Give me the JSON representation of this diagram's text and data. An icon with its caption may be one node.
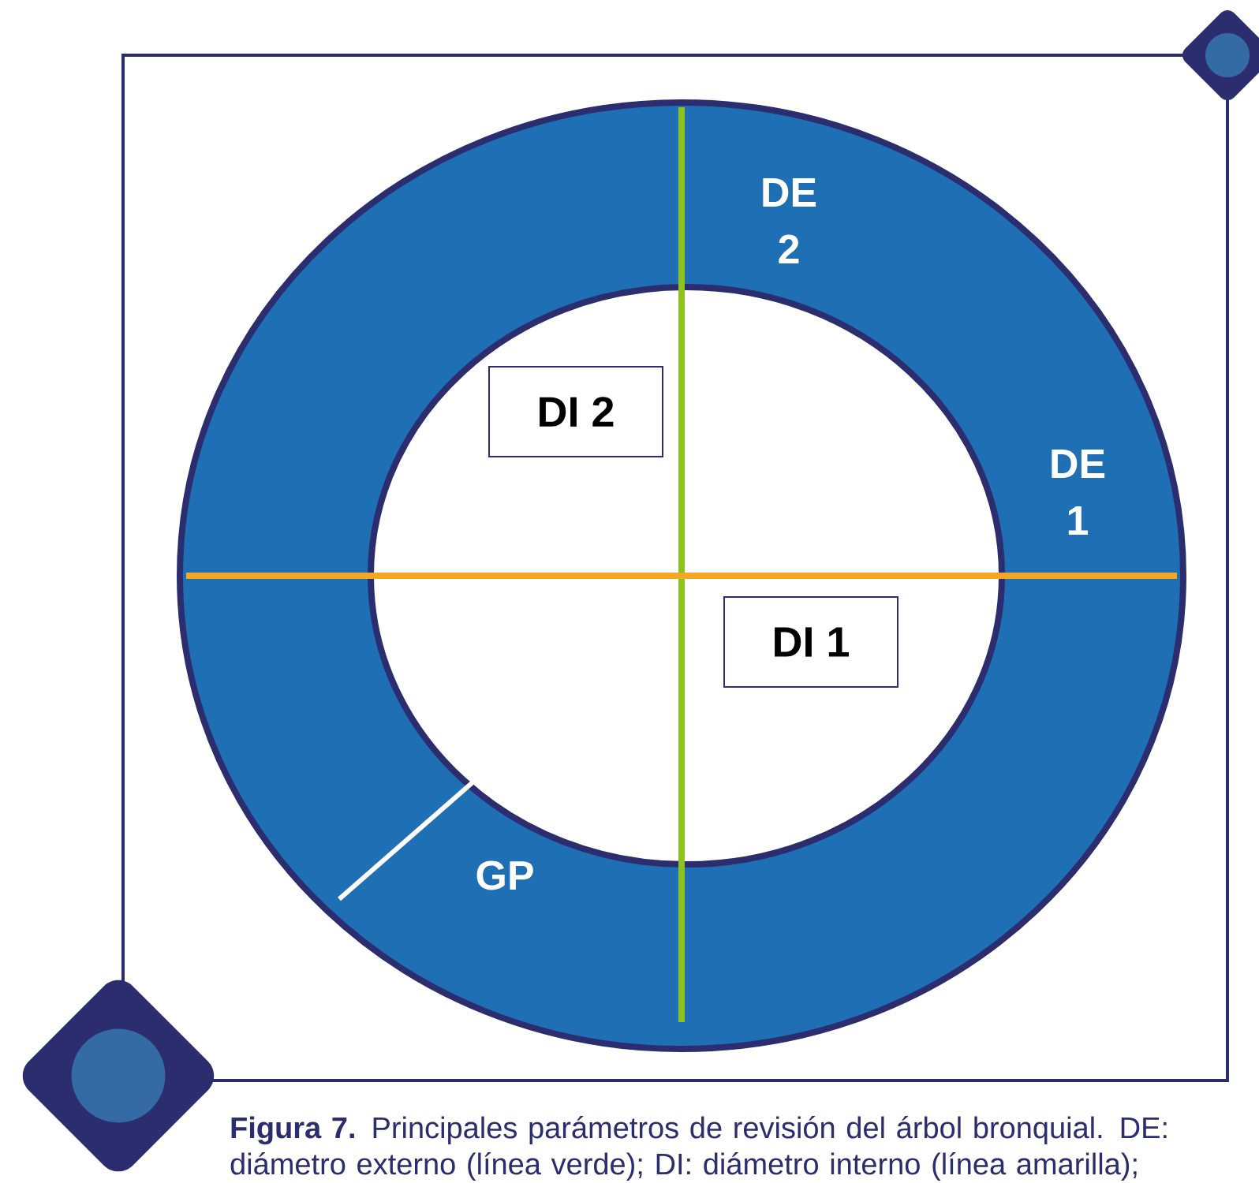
{
  "diagram": {
    "caption": "**Figura 7.** Principales parámetros de revisión del árbol bronquial. DE: diámetro externo (línea verde); DI: diámetro interno (línea amarilla);",
    "nodes": [
      {
        "text": [
          "DI 2"
        ]
      },
      {
        "text": [
          "DI 1"
        ]
      }
    ],
    "labels": [
      "DE 2",
      "DE 1",
      "GP"
    ]
  }
}
